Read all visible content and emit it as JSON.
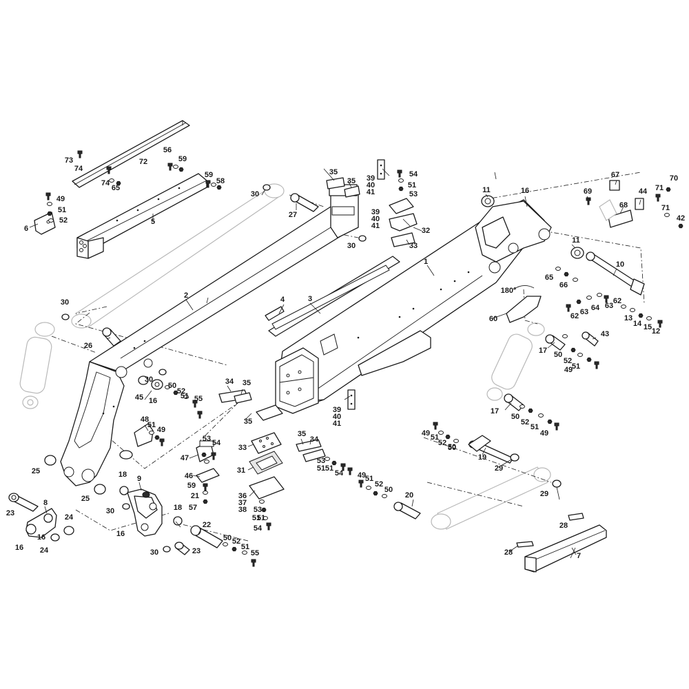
{
  "callouts": {
    "c1": "1",
    "c2": "2",
    "c3": "3",
    "c4": "4",
    "c5": "5",
    "c6": "6",
    "c7": "7",
    "c8": "8",
    "c9": "9",
    "c10": "10",
    "c11a": "11",
    "c11b": "11",
    "c12": "12",
    "c13": "13",
    "c14": "14",
    "c15": "15",
    "c16a": "16",
    "c16b": "16",
    "c16c": "16",
    "c16d": "16",
    "c16e": "16",
    "c17a": "17",
    "c17b": "17",
    "c18a": "18",
    "c18b": "18",
    "c19": "19",
    "c20": "20",
    "c21": "21",
    "c22": "22",
    "c23a": "23",
    "c23b": "23",
    "c24a": "24",
    "c24b": "24",
    "c25a": "25",
    "c25b": "25",
    "c26": "26",
    "c27": "27",
    "c28a": "28",
    "c28b": "28",
    "c29a": "29",
    "c29b": "29",
    "c30a": "30",
    "c30b": "30",
    "c30c": "30",
    "c30d": "30",
    "c30e": "30",
    "c30f": "30",
    "c31": "31",
    "c32": "32",
    "c33a": "33",
    "c33b": "33",
    "c34a": "34",
    "c34b": "34",
    "c35a": "35",
    "c35b": "35",
    "c35c": "35",
    "c35d": "35",
    "c35e": "35",
    "c36": "36",
    "c37": "37",
    "c38": "38",
    "c39a": "39",
    "c39b": "39",
    "c39c": "39",
    "c40a": "40",
    "c40b": "40",
    "c40c": "40",
    "c41a": "41",
    "c41b": "41",
    "c41c": "41",
    "c42": "42",
    "c43": "43",
    "c44": "44",
    "c45": "45",
    "c46": "46",
    "c47": "47",
    "c48": "48",
    "c49a": "49",
    "c49b": "49",
    "c49c": "49",
    "c49d": "49",
    "c49e": "49",
    "c49f": "49",
    "c50a": "50",
    "c50b": "50",
    "c50c": "50",
    "c50d": "50",
    "c50e": "50",
    "c50f": "50",
    "c50g": "50",
    "c51a": "51",
    "c51b": "51",
    "c51c": "51",
    "c51d": "51",
    "c51e": "51",
    "c51f": "51",
    "c51g": "51",
    "c51h": "51",
    "c51i": "51",
    "c51j": "51",
    "c51k": "51",
    "c51l": "51",
    "c51m": "51",
    "c52a": "52",
    "c52b": "52",
    "c52c": "52",
    "c52d": "52",
    "c52e": "52",
    "c52f": "52",
    "c52g": "52",
    "c53a": "53",
    "c53b": "53",
    "c53c": "53",
    "c53d": "53",
    "c54a": "54",
    "c54b": "54",
    "c54c": "54",
    "c54d": "54",
    "c55a": "55",
    "c55b": "55",
    "c56": "56",
    "c57": "57",
    "c58": "58",
    "c59a": "59",
    "c59b": "59",
    "c59c": "59",
    "c60": "60",
    "c62a": "62",
    "c62b": "62",
    "c63a": "63",
    "c63b": "63",
    "c64": "64",
    "c65a": "65",
    "c65b": "65",
    "c66": "66",
    "c67": "67",
    "c68": "68",
    "c69": "69",
    "c70": "70",
    "c71a": "71",
    "c71b": "71",
    "c72": "72",
    "c73": "73",
    "c74a": "74",
    "c74b": "74",
    "c180": "180°"
  }
}
